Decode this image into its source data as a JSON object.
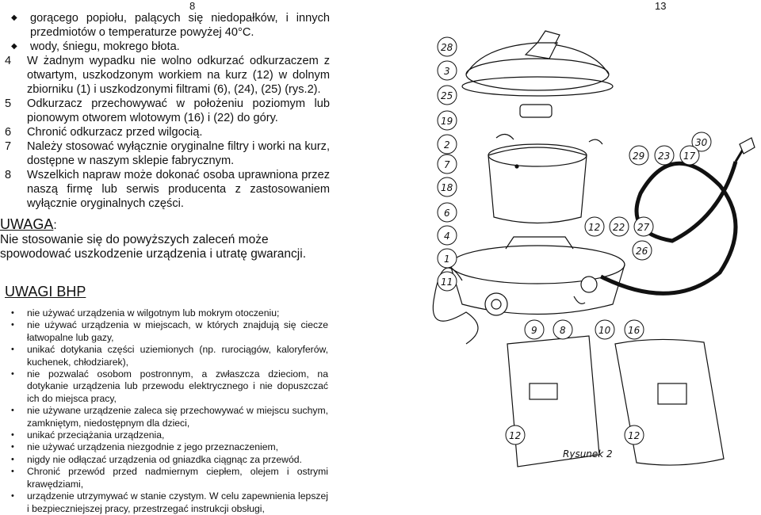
{
  "page_numbers": {
    "left": "8",
    "right": "13"
  },
  "continued_bullets": [
    "gorącego popiołu, palących się niedopałków, i innych przedmiotów o temperaturze powyżej 40°C.",
    "wody, śniegu, mokrego błota."
  ],
  "numbered": [
    {
      "n": "4",
      "text": "W żadnym wypadku nie wolno odkurzać odkurzaczem z otwartym, uszkodzonym workiem na kurz (12) w dolnym zbiorniku (1) i uszkodzonymi filtrami (6), (24), (25) (rys.2)."
    },
    {
      "n": "5",
      "text": "Odkurzacz przechowywać w położeniu poziomym lub pionowym otworem wlotowym (16) i (22) do góry."
    },
    {
      "n": "6",
      "text": "Chronić odkurzacz przed wilgocią."
    },
    {
      "n": "7",
      "text": "Należy stosować wyłącznie oryginalne filtry i worki na kurz, dostępne w naszym sklepie fabrycznym."
    },
    {
      "n": "8",
      "text": "Wszelkich napraw może dokonać osoba uprawniona przez naszą firmę lub serwis producenta z zastosowaniem wyłącznie oryginalnych części."
    }
  ],
  "uwaga": {
    "heading": "UWAGA",
    "colon": ":",
    "text": "Nie stosowanie się do powyższych zaleceń może spowodować uszkodzenie urządzenia i utratę gwarancji."
  },
  "bhp": {
    "title": "UWAGI BHP",
    "items": [
      "nie używać urządzenia w wilgotnym lub mokrym otoczeniu;",
      "nie używać urządzenia w miejscach, w których znajdują się ciecze łatwopalne lub gazy,",
      "unikać dotykania części uziemionych (np. rurociągów, kaloryferów, kuchenek, chłodziarek),",
      "nie pozwalać osobom postronnym, a zwłaszcza dzieciom, na dotykanie urządzenia lub przewodu elektrycznego i nie dopuszczać ich do miejsca pracy,",
      "nie używane urządzenie zaleca się przechowywać w miejscu suchym, zamkniętym, niedostępnym dla dzieci,",
      "unikać przeciążania urządzenia,",
      "nie używać urządzenia niezgodnie z jego przeznaczeniem,",
      "nigdy nie odłączać urządzenia od gniazdka ciągnąc za przewód.",
      "Chronić przewód przed nadmiernym ciepłem, olejem i ostrymi krawędziami,",
      "urządzenie utrzymywać w stanie czystym. W celu zapewnienia lepszej i bezpieczniejszej pracy, przestrzegać instrukcji obsługi,"
    ]
  },
  "figure": {
    "caption": "Rysunek 2",
    "labels": [
      "28",
      "3",
      "25",
      "19",
      "2",
      "7",
      "18",
      "6",
      "4",
      "1",
      "11",
      "30",
      "29",
      "23",
      "17",
      "12",
      "22",
      "27",
      "26",
      "9",
      "8",
      "10",
      "16",
      "12",
      "12"
    ]
  }
}
